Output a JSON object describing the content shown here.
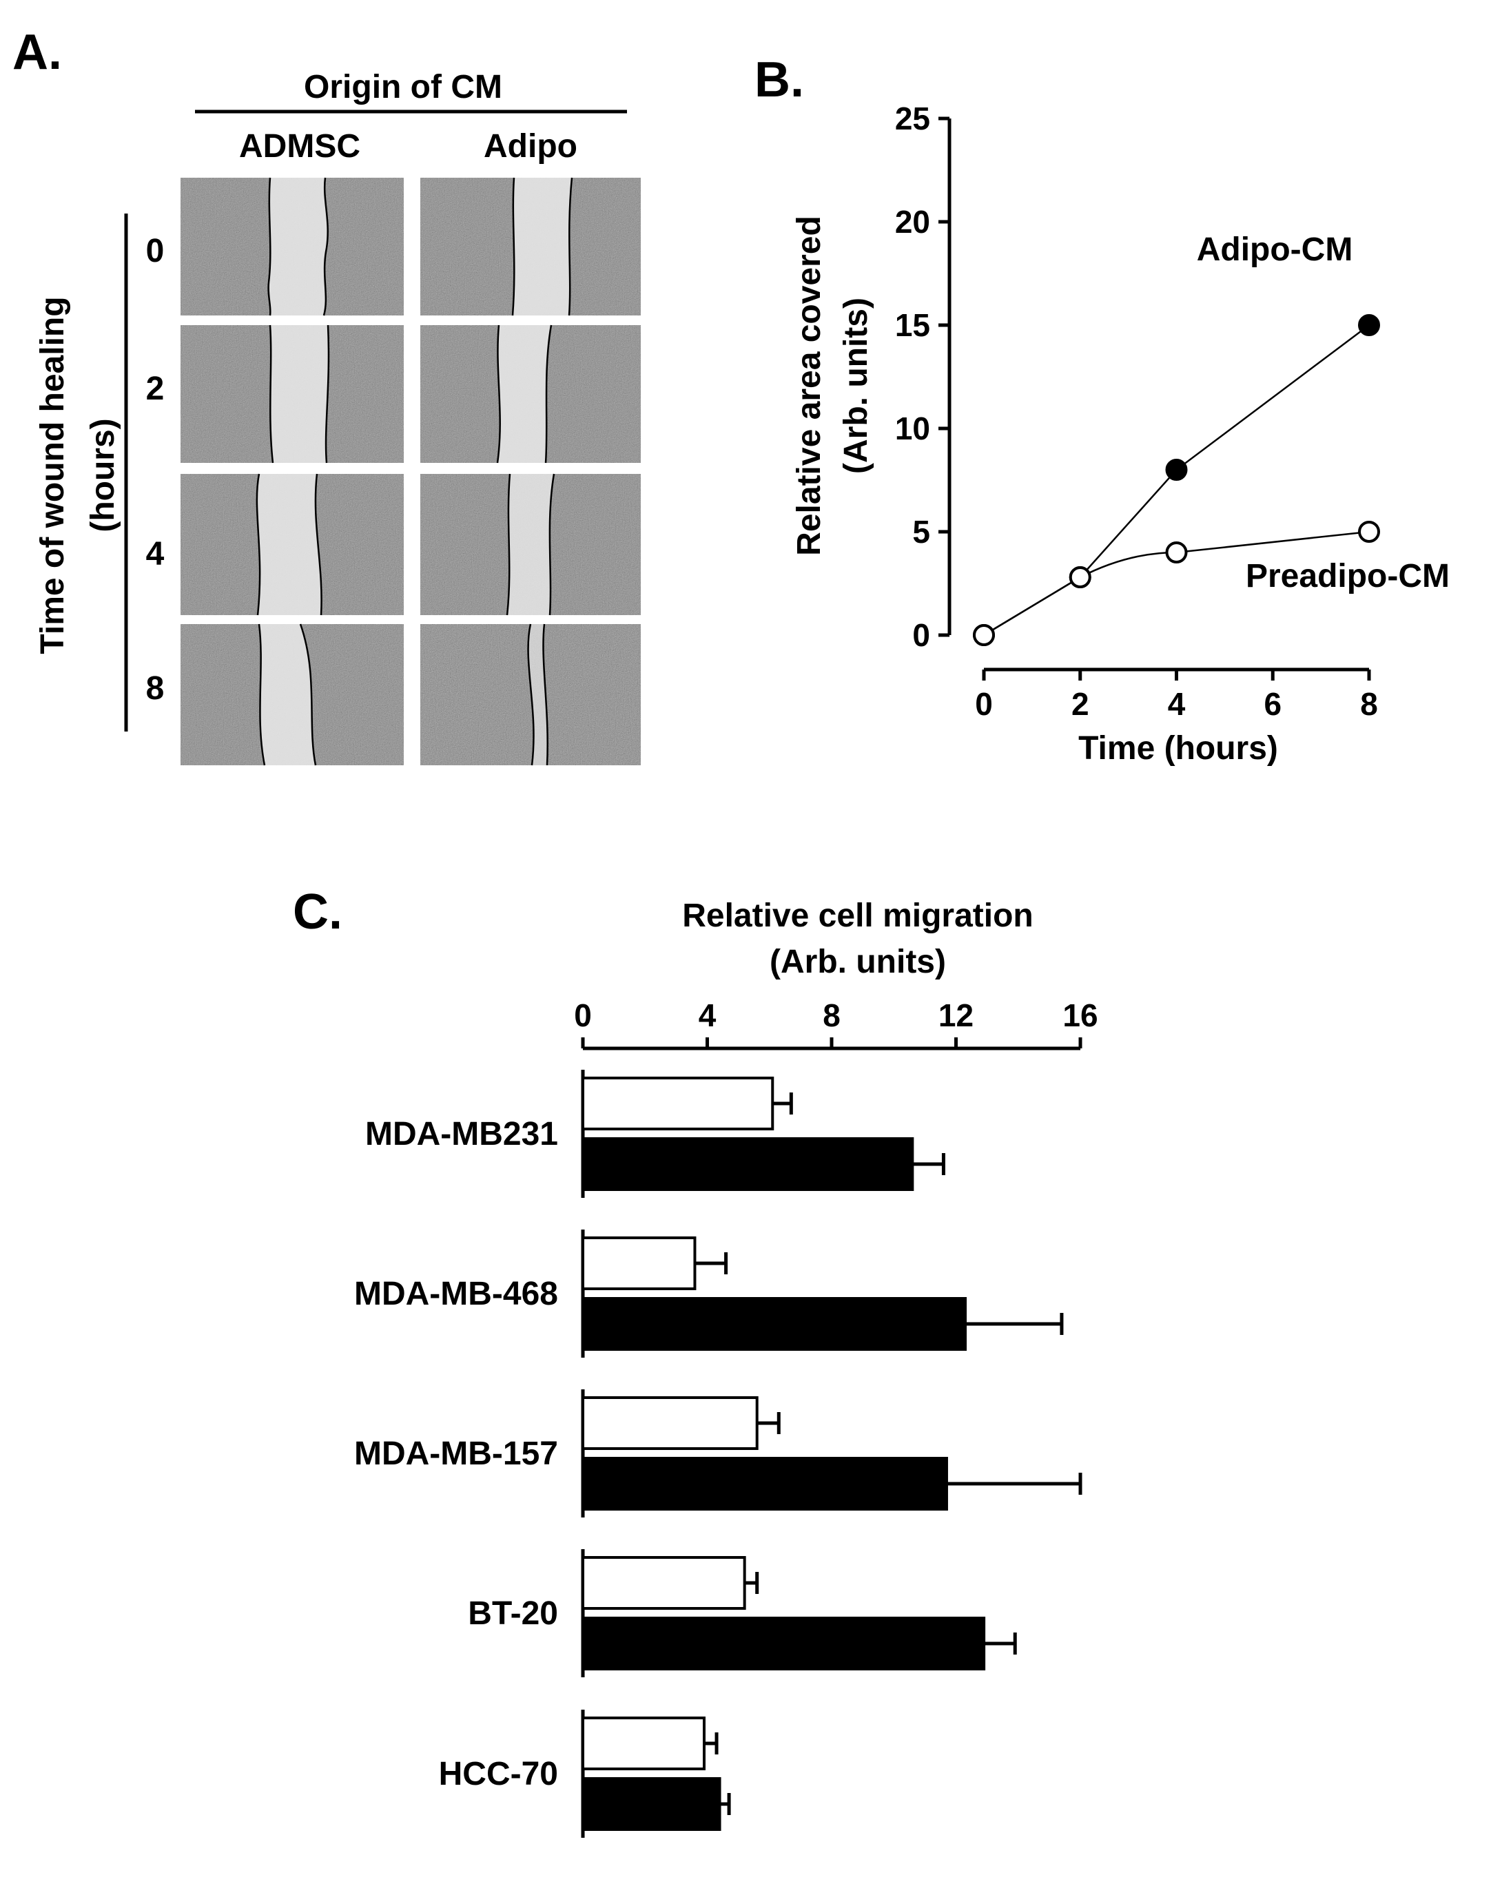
{
  "panels": {
    "a": {
      "letter": "A.",
      "header": "Origin of CM",
      "columns": [
        "ADMSC",
        "Adipo"
      ],
      "row_axis_label": "Time of wound healing",
      "row_axis_unit": "(hours)",
      "rows": [
        "0",
        "2",
        "4",
        "8"
      ]
    },
    "b": {
      "letter": "B."
    },
    "c": {
      "letter": "C."
    }
  },
  "colors": {
    "ink": "#000000",
    "paper": "#ffffff",
    "photo_bg": "#9a9a9a",
    "photo_gap": "#e8e8e8"
  },
  "chart_data": [
    {
      "id": "panel-b",
      "type": "line",
      "ylabel": "Relative area covered",
      "ylabel_unit": "(Arb. units)",
      "xlabel": "Time (hours)",
      "xlim": [
        0,
        8
      ],
      "ylim": [
        0,
        25
      ],
      "xticks": [
        0,
        2,
        4,
        6,
        8
      ],
      "yticks": [
        0,
        5,
        10,
        15,
        20,
        25
      ],
      "grid": false,
      "series": [
        {
          "name": "Adipo-CM",
          "marker": "filled",
          "x": [
            0,
            2,
            4,
            8
          ],
          "y": [
            0,
            2.8,
            8,
            15
          ]
        },
        {
          "name": "Preadipo-CM",
          "marker": "open",
          "x": [
            0,
            2,
            4,
            8
          ],
          "y": [
            0,
            2.8,
            4,
            5
          ]
        }
      ]
    },
    {
      "id": "panel-c",
      "type": "bar",
      "orientation": "horizontal",
      "xlabel": "Relative cell migration",
      "xlabel_unit": "(Arb. units)",
      "xlim": [
        0,
        16
      ],
      "xticks": [
        0,
        4,
        8,
        12,
        16
      ],
      "axis_position": "top",
      "categories": [
        "MDA-MB231",
        "MDA-MB-468",
        "MDA-MB-157",
        "BT-20",
        "HCC-70"
      ],
      "series": [
        {
          "fill": "open",
          "values": [
            6.1,
            3.6,
            5.6,
            5.2,
            3.9
          ],
          "errors": [
            0.6,
            1.0,
            0.7,
            0.4,
            0.4
          ]
        },
        {
          "fill": "filled",
          "values": [
            10.6,
            12.3,
            11.7,
            12.9,
            4.4
          ],
          "errors": [
            1.0,
            3.1,
            4.3,
            1.0,
            0.3
          ]
        }
      ]
    }
  ]
}
